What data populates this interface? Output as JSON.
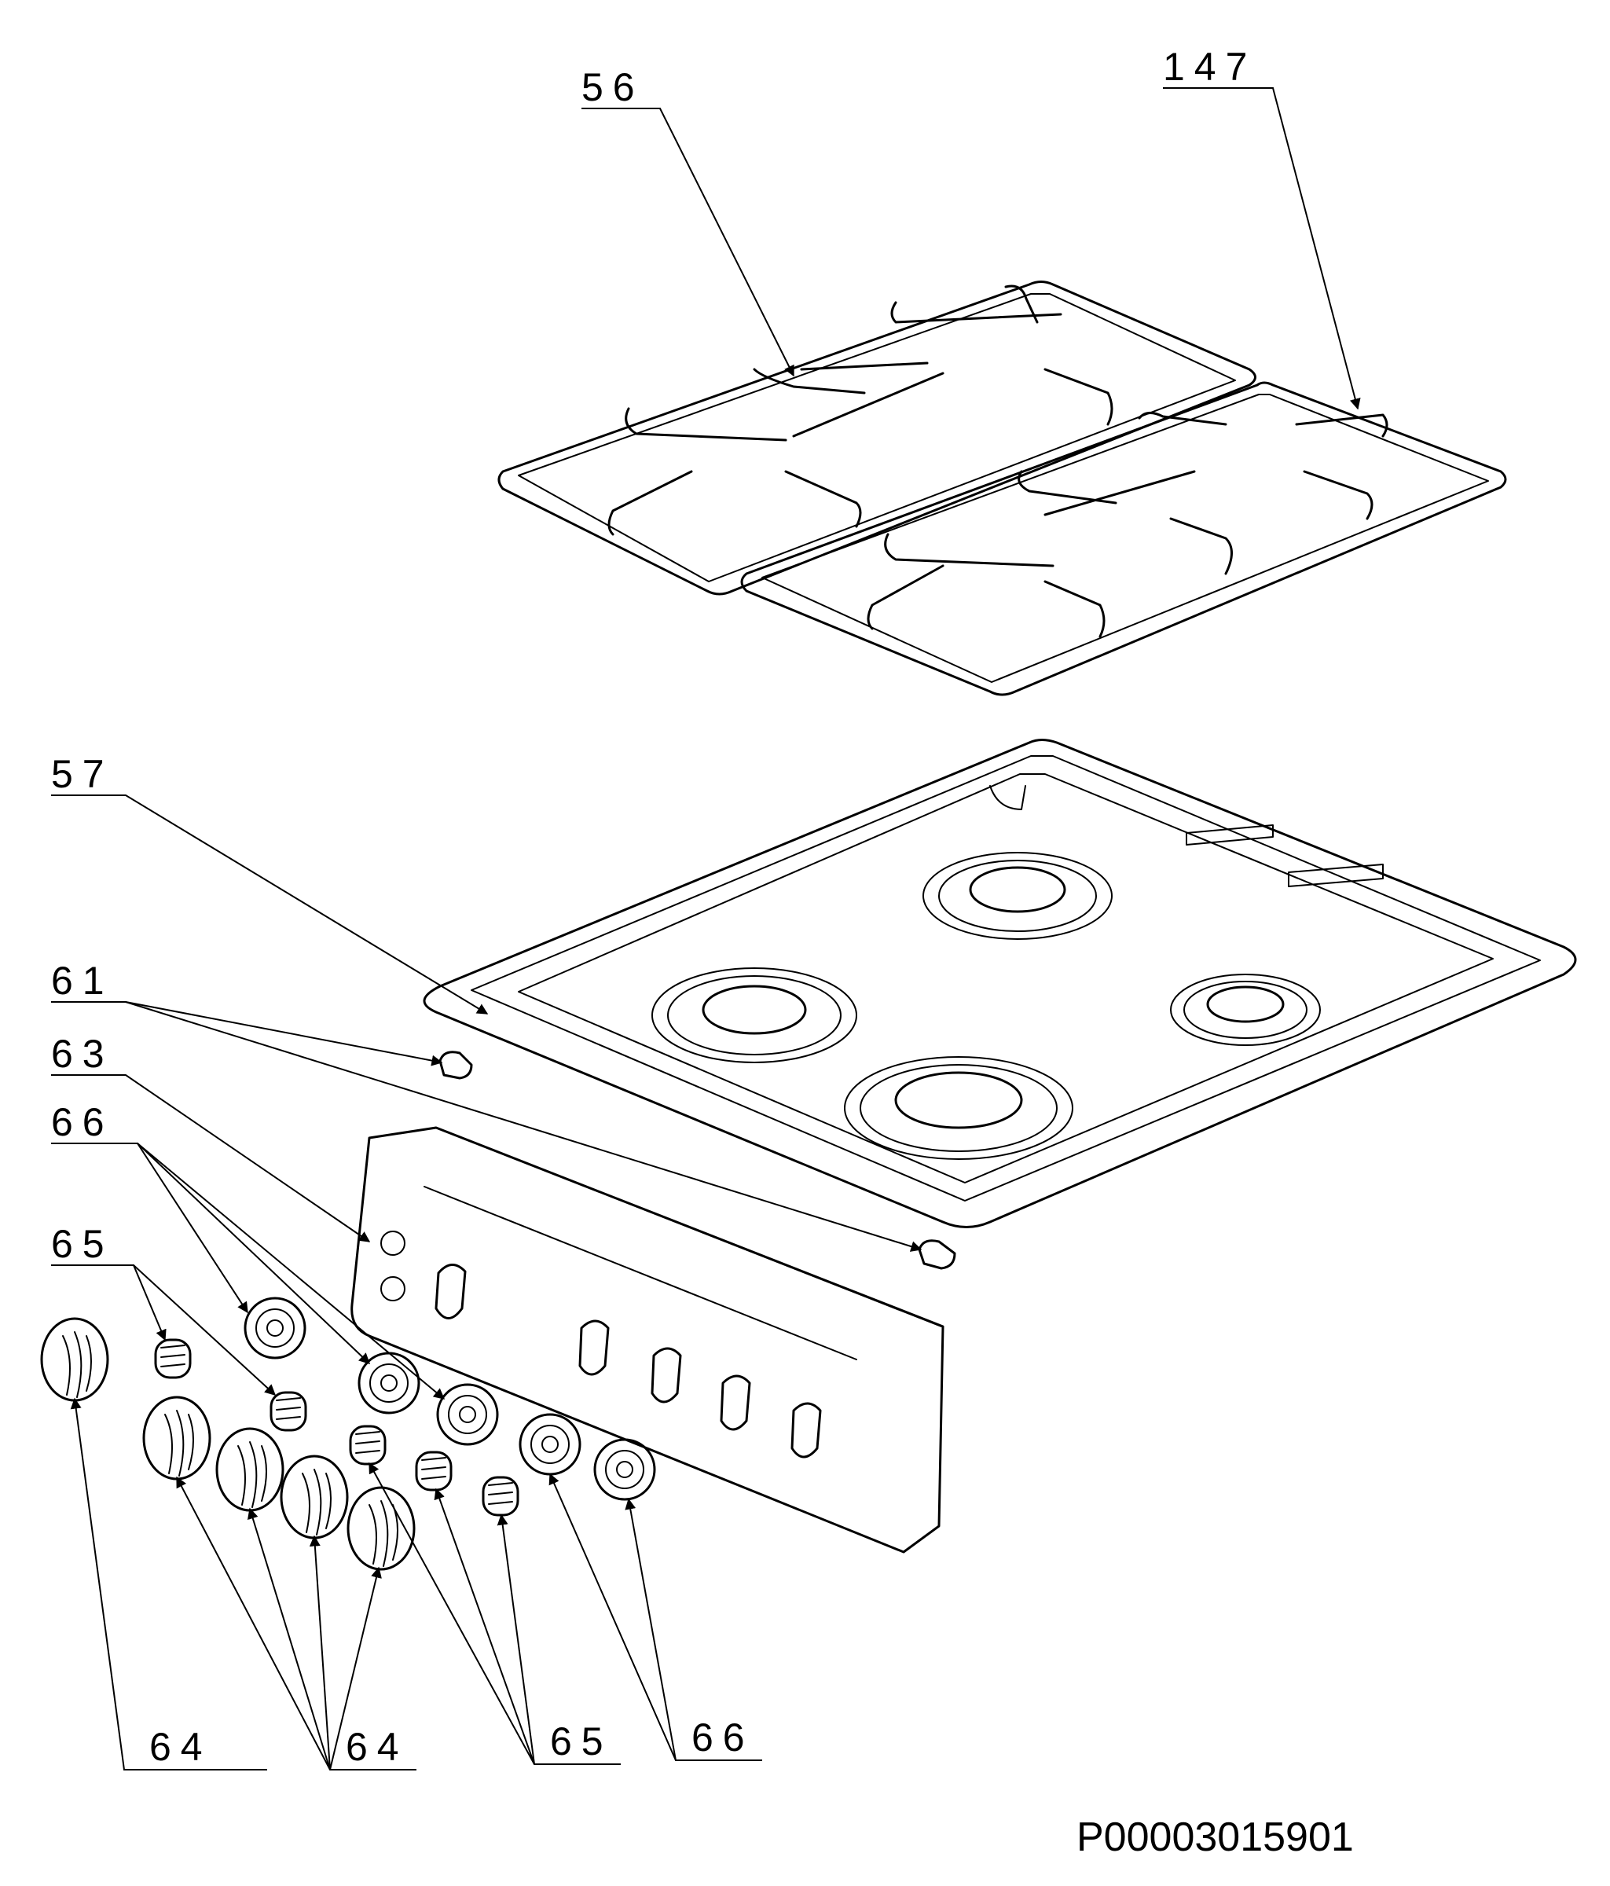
{
  "labels": {
    "l56": "56",
    "l147": "147",
    "l57": "57",
    "l61": "61",
    "l63": "63",
    "l66a": "66",
    "l65a": "65",
    "l64a": "64",
    "l64b": "64",
    "l65b": "65",
    "l66b": "66"
  },
  "drawing_code": "P00003015901"
}
